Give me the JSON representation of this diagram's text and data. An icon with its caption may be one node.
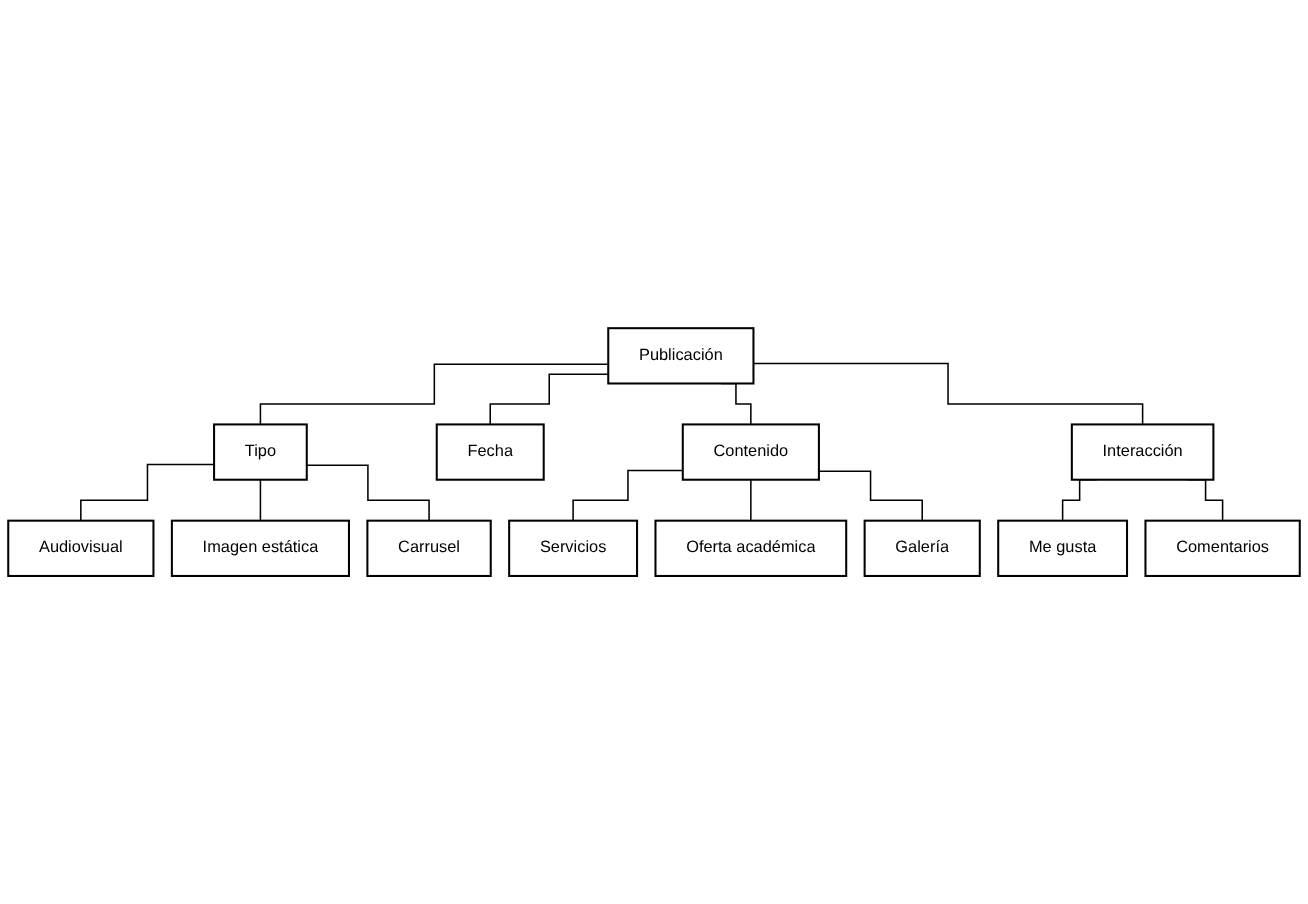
{
  "diagram": {
    "nodes": [
      {
        "text": [
          "Publicación"
        ]
      },
      {
        "text": [
          "Tipo"
        ]
      },
      {
        "text": [
          "Fecha"
        ]
      },
      {
        "text": [
          "Contenido"
        ]
      },
      {
        "text": [
          "Interacción"
        ]
      },
      {
        "text": [
          "Audiovisual"
        ]
      },
      {
        "text": [
          "Imagen estática"
        ]
      },
      {
        "text": [
          "Carrusel"
        ]
      },
      {
        "text": [
          "Servicios"
        ]
      },
      {
        "text": [
          "Oferta académica"
        ]
      },
      {
        "text": [
          "Galería"
        ]
      },
      {
        "text": [
          "Me gusta"
        ]
      },
      {
        "text": [
          "Comentarios"
        ]
      }
    ],
    "edges": [
      {
        "from": 0,
        "to": 1,
        "arrow": "none"
      },
      {
        "from": 0,
        "to": 2,
        "arrow": "none"
      },
      {
        "from": 0,
        "to": 3,
        "arrow": "none"
      },
      {
        "from": 0,
        "to": 4,
        "arrow": "none"
      },
      {
        "from": 1,
        "to": 5,
        "arrow": "none"
      },
      {
        "from": 1,
        "to": 6,
        "arrow": "none"
      },
      {
        "from": 1,
        "to": 7,
        "arrow": "none"
      },
      {
        "from": 3,
        "to": 8,
        "arrow": "none"
      },
      {
        "from": 3,
        "to": 9,
        "arrow": "none"
      },
      {
        "from": 3,
        "to": 10,
        "arrow": "none"
      },
      {
        "from": 4,
        "to": 11,
        "arrow": "none"
      },
      {
        "from": 4,
        "to": 12,
        "arrow": "none"
      }
    ]
  }
}
